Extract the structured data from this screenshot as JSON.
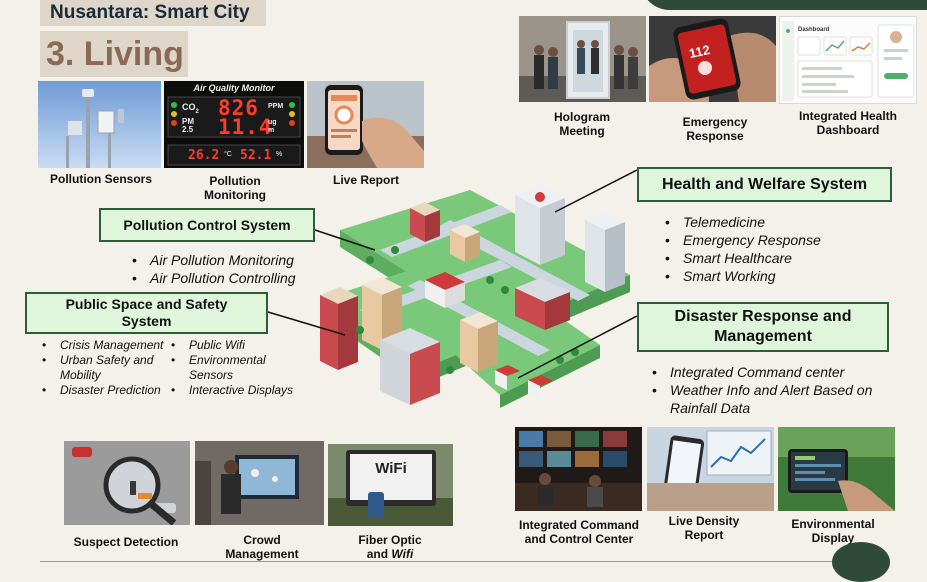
{
  "header": {
    "tag": "Nusantara: Smart City",
    "title": "3. Living"
  },
  "meter": {
    "title": "Air Quality Monitor",
    "co2_label": "CO",
    "co2_sub": "2",
    "co2_value": "826",
    "co2_unit": "PPM",
    "pm_label": "PM",
    "pm_sub": "2.5",
    "pm_value": "11.4",
    "pm_unit": "ug",
    "pm_unit2": "m",
    "temp": "26.2",
    "temp_unit": "°C",
    "hum": "52.1",
    "hum_unit": "%"
  },
  "phone_badge": "112",
  "dash_title": "Dashboard",
  "wifi_text": "WiFi",
  "captions": {
    "pollution_sensors": "Pollution Sensors",
    "pollution_monitoring": "Pollution Monitoring",
    "live_report": "Live Report",
    "hologram_meeting": "Hologram Meeting",
    "emergency_response": "Emergency Response",
    "health_dashboard": "Integrated Health Dashboard",
    "suspect_detection": "Suspect Detection",
    "crowd_management": "Crowd Management",
    "fiber_a": "Fiber Optic",
    "fiber_b": "and",
    "fiber_c": "Wifi",
    "command_center": "Integrated Command and Control Center",
    "live_density": "Live Density Report",
    "environmental_display": "Environmental Display"
  },
  "pollution": {
    "heading": "Pollution Control System",
    "items": [
      "Air Pollution Monitoring",
      "Air Pollution Controlling"
    ]
  },
  "public_space": {
    "heading": "Public Space and  Safety System",
    "left_items": [
      "Crisis Management",
      "Urban Safety and Mobility",
      "Disaster Prediction"
    ],
    "right_items": [
      "Public Wifi",
      "Environmental Sensors",
      "Interactive Displays"
    ]
  },
  "health": {
    "heading": "Health and Welfare System",
    "items": [
      "Telemedicine",
      "Emergency Response",
      "Smart Healthcare",
      "Smart Working"
    ]
  },
  "disaster": {
    "heading": "Disaster Response and Management",
    "items": [
      "Integrated Command center",
      "Weather Info and Alert Based on Rainfall Data"
    ]
  },
  "colors": {
    "box_fill": "#dff6dc",
    "box_border": "#2f5d3a",
    "tag_bg": "#ddd6c9",
    "title_color": "#8a6a55"
  }
}
